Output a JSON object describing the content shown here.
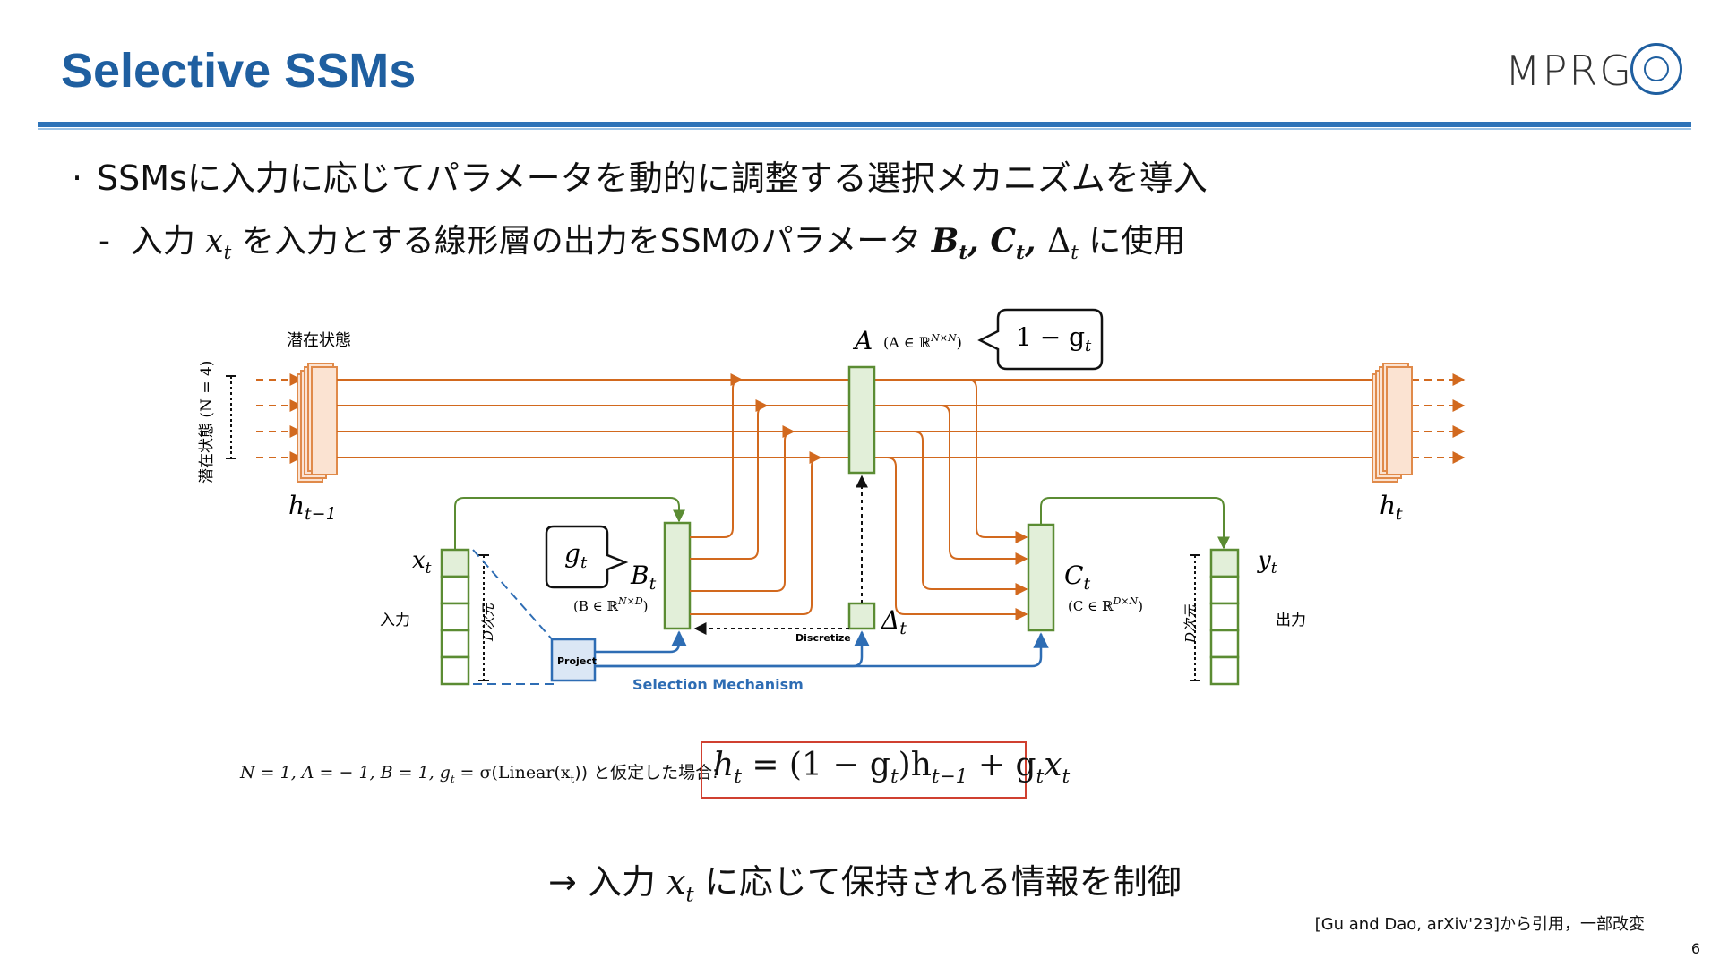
{
  "slide": {
    "title": "Selective SSMs",
    "logo_text": "MPRG",
    "page_number": "6"
  },
  "bullets": {
    "main": "SSMsに入力に応じてパラメータを動的に調整する選択メカニズムを導入",
    "sub_prefix": "入力",
    "sub_var": "x",
    "sub_var_sub": "t",
    "sub_middle": "を入力とする線形層の出力をSSMのパラメータ",
    "sub_params": "B, C, Δ",
    "sub_suffix": "に使用"
  },
  "diagram": {
    "latent_state_label": "潜在状態",
    "latent_state_vertical": "潜在状態 (N = 4)",
    "h_prev": "h",
    "h_prev_sub": "t−1",
    "h_next": "h",
    "h_next_sub": "t",
    "x_label": "x",
    "x_sub": "t",
    "input_label": "入力",
    "d_dim_left": "D次元",
    "d_dim_right": "D次元",
    "output_label": "出力",
    "y_label": "y",
    "y_sub": "t",
    "A_label": "A",
    "A_domain": "(A ∈ ℝ",
    "A_domain_sup": "N×N",
    "A_domain_close": ")",
    "callout_a": "1 − g",
    "callout_a_sub": "t",
    "callout_g": "g",
    "callout_g_sub": "t",
    "B_label": "B",
    "B_sub": "t",
    "B_domain": "(B ∈ ℝ",
    "B_domain_sup": "N×D",
    "B_domain_close": ")",
    "C_label": "C",
    "C_sub": "t",
    "C_domain": "(C ∈ ℝ",
    "C_domain_sup": "D×N",
    "C_domain_close": ")",
    "delta_label": "Δ",
    "delta_sub": "t",
    "discretize": "Discretize",
    "project": "Project",
    "selection": "Selection Mechanism",
    "colors": {
      "orange": "#d2691e",
      "green": "#5b8c33",
      "blue": "#2e6db4",
      "box_fill": "#e2efd9",
      "state_fill": "#fbe3d2"
    }
  },
  "formula": {
    "assumption": "N = 1, A = − 1, B = 1, g",
    "assumption_sub": "t",
    "assumption_rest": " = σ(Linear(x",
    "assumption_rest_sub": "t",
    "assumption_close": ")) と仮定した場合:",
    "main": "h",
    "main_sub": "t",
    "main_eq": " = (1 − g",
    "main_g_sub": "t",
    "main_mid": ")h",
    "main_h_sub": "t−1",
    "main_plus": " + g",
    "main_plus_sub": "t",
    "main_x": "x",
    "main_x_sub": "t"
  },
  "conclusion": {
    "prefix": "→ 入力",
    "var": "x",
    "var_sub": "t",
    "suffix": "に応じて保持される情報を制御"
  },
  "citation": "[Gu and Dao, arXiv'23]から引用，一部改変"
}
